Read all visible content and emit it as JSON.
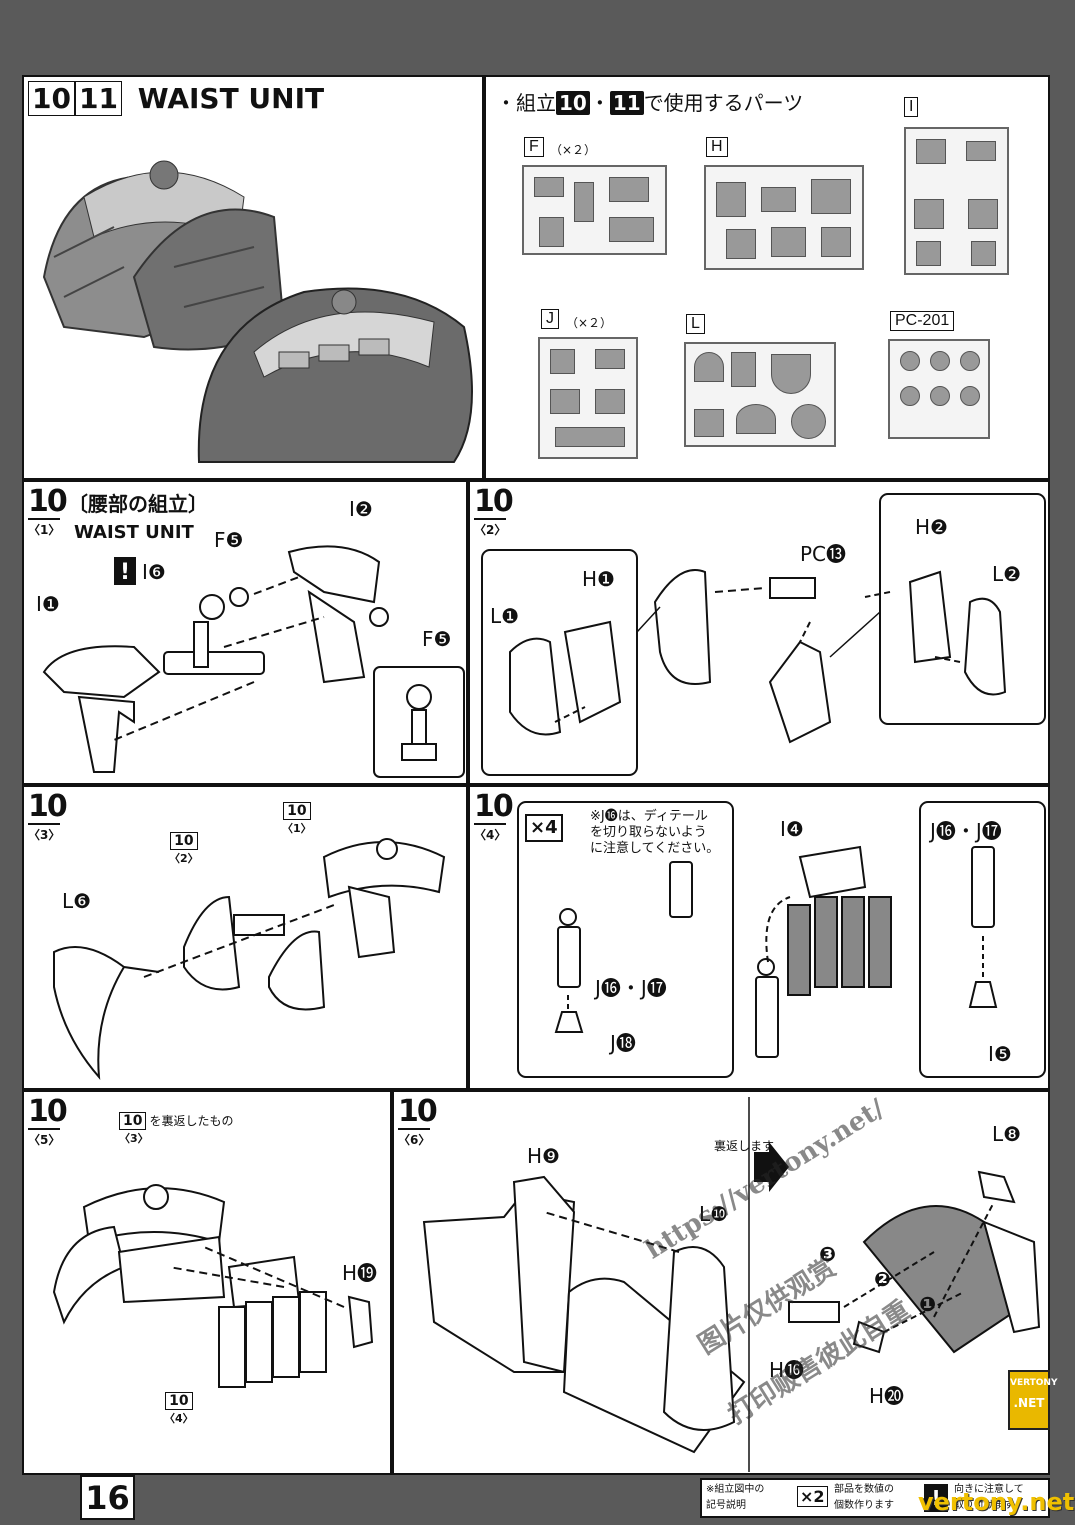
{
  "header": {
    "step_a": "10",
    "step_b": "11",
    "title": "WAIST UNIT"
  },
  "parts_panel": {
    "heading_prefix": "・組立",
    "heading_step_a": "10",
    "heading_sep": "・",
    "heading_step_b": "11",
    "heading_suffix": "で使用するパーツ",
    "runners": [
      {
        "letter": "F",
        "qty": "（×２）"
      },
      {
        "letter": "H",
        "qty": ""
      },
      {
        "letter": "I",
        "qty": ""
      },
      {
        "letter": "J",
        "qty": "（×２）"
      },
      {
        "letter": "L",
        "qty": ""
      },
      {
        "letter": "PC-201",
        "qty": ""
      }
    ]
  },
  "step1": {
    "num": "10",
    "sub": "〈1〉",
    "title_jp": "〔腰部の組立〕",
    "title_en": "WAIST UNIT",
    "labels": {
      "i1": "I❶",
      "i6": "I❻",
      "f5a": "F❺",
      "i2": "I❷",
      "f5b": "F❺"
    }
  },
  "step2": {
    "num": "10",
    "sub": "〈2〉",
    "labels": {
      "l1": "L❶",
      "h1": "H❶",
      "pc13": "PC⓭",
      "h2": "H❷",
      "l2": "L❷"
    }
  },
  "step3": {
    "num": "10",
    "sub": "〈3〉",
    "labels": {
      "l6": "L❻",
      "ref2": "10",
      "ref2_sub": "〈2〉",
      "ref1": "10",
      "ref1_sub": "〈1〉"
    }
  },
  "step4": {
    "num": "10",
    "sub": "〈4〉",
    "x4": "×4",
    "note": "※J⓰は、ディテールを切り取らないように注意してください。",
    "note_lines": [
      "※J⓰は、ディテール",
      "を切り取らないよう",
      "に注意してください。"
    ],
    "labels": {
      "i4": "I❹",
      "j1617a": "J⓰・J⓱",
      "j1617b": "J⓰・J⓱",
      "j18": "J⓲",
      "i5": "I❺"
    }
  },
  "step5": {
    "num": "10",
    "sub": "〈5〉",
    "caption_step": "10",
    "caption_sub": "〈3〉",
    "caption_text": "を裏返したもの",
    "labels": {
      "h19": "H⓳",
      "ref4": "10",
      "ref4_sub": "〈4〉"
    }
  },
  "step6": {
    "num": "10",
    "sub": "〈6〉",
    "flip_text": "裏返します",
    "labels": {
      "h9": "H❾",
      "l10": "L❿",
      "l8": "L❽",
      "h16": "H⓰",
      "h20": "H⓴"
    },
    "order": [
      "❸",
      "❷",
      "❶"
    ]
  },
  "footer": {
    "page": "16",
    "legend_title": "※組立図中の記号説明",
    "legend_title_lines": [
      "※組立図中の",
      "記号説明"
    ],
    "legend_x2": "×2",
    "legend_x2_text": [
      "部品を数値の",
      "個数作ります"
    ],
    "legend_warn_text": [
      "向きに注意して",
      "取り付けます"
    ]
  },
  "watermark": {
    "url": "https://vertony.net/",
    "line2": "图片仅供观赏",
    "line3": "打印贩售彼此自重",
    "site": "vertony.net",
    "badge_top": "VERTONY",
    "badge_bottom": ".NET"
  }
}
